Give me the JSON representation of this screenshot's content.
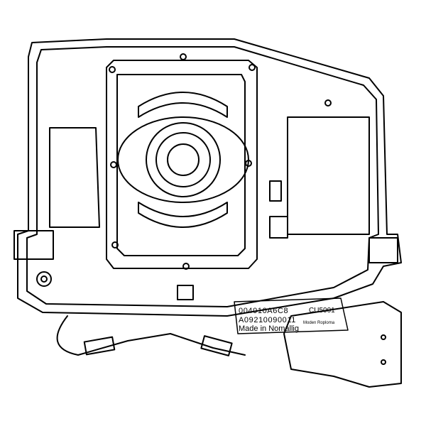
{
  "diagram": {
    "subject": "Electronic control unit / module bracket assembly line drawing",
    "colors": {
      "line": "#000000",
      "background": "#ffffff"
    },
    "label": {
      "part_code": "004010A6C8",
      "serial": "A09210090011",
      "origin": "Made in Nomallig",
      "model": "CU5001",
      "manufacturer": "Moden Roploma"
    }
  }
}
